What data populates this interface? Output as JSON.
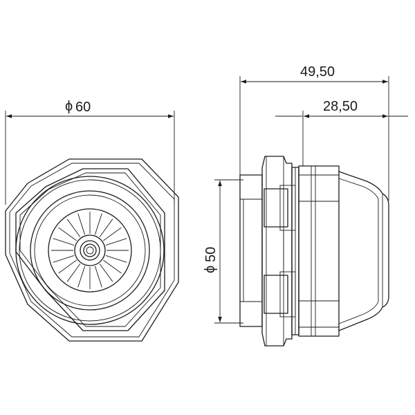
{
  "drawing": {
    "front_view": {
      "diameter_label": "60"
    },
    "side_view": {
      "overall_length_label": "49,50",
      "thread_length_label": "28,50",
      "diameter_label": "50"
    },
    "diameter_symbol": "ϕ"
  }
}
